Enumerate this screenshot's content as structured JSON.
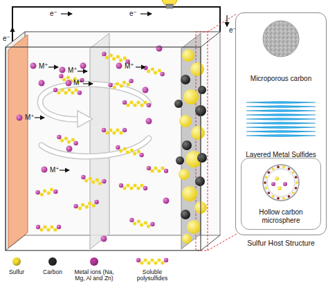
{
  "diagram": {
    "nodes": [
      {
        "text": [
          "Sulfur Host Structure"
        ]
      },
      {
        "text": [
          "Microporous carbon"
        ],
        "in": 0
      },
      {
        "text": [
          "Layered Metal Sulfides"
        ],
        "in": 0
      },
      {
        "text": [
          "Hollow carbon microsphere"
        ],
        "in": 0
      }
    ],
    "labels": [
      "e⁻",
      "e⁻",
      "e⁻",
      "e⁻",
      "M⁺",
      "M⁺",
      "M⁺",
      "M⁺",
      "M⁺",
      "M⁺"
    ],
    "legend": [
      {
        "text": "Sulfur",
        "color": "#f3dd2e"
      },
      {
        "text": "Carbon",
        "color": "#2b2b2b"
      },
      {
        "text": "Metal ions (Na, Mg, Al and Zn)",
        "color": "#b23a9c"
      },
      {
        "text": "Soluble polysulfides"
      }
    ]
  }
}
